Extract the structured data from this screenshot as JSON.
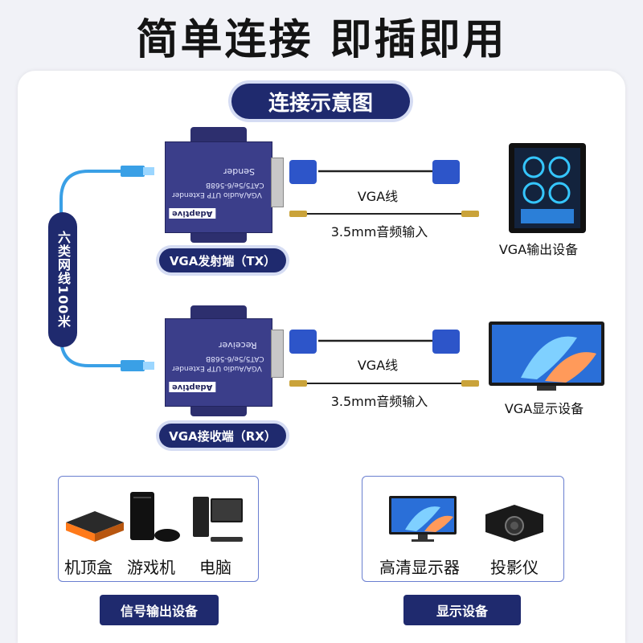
{
  "headline": "简单连接 即插即用",
  "section_title": "连接示意图",
  "cable_label": "六类网线100米",
  "sender": {
    "badge": "Adaptive",
    "model": "VGA/Audio UTP Extender",
    "spec": "CAT5/5e/6-568B",
    "role": "Sender",
    "pill": "VGA发射端（TX）",
    "vga_label": "VGA线",
    "audio_label": "3.5mm音频输入",
    "device_label": "VGA输出设备"
  },
  "receiver": {
    "badge": "Adaptive",
    "model": "VGA/Audio UTP Extender",
    "spec": "CAT5/5e/6-568B",
    "role": "Receiver",
    "pill": "VGA接收端（RX）",
    "vga_label": "VGA线",
    "audio_label": "3.5mm音频输入",
    "device_label": "VGA显示设备"
  },
  "sources": {
    "items": [
      "机顶盒",
      "游戏机",
      "电脑"
    ],
    "footer": "信号输出设备"
  },
  "displays": {
    "items": [
      "高清显示器",
      "投影仪"
    ],
    "footer": "显示设备"
  },
  "colors": {
    "navy": "#1f2a6e",
    "cable_blue": "#3aa0e6",
    "device_purple": "#3b3e8a",
    "vga_blue": "#2d55c9"
  }
}
